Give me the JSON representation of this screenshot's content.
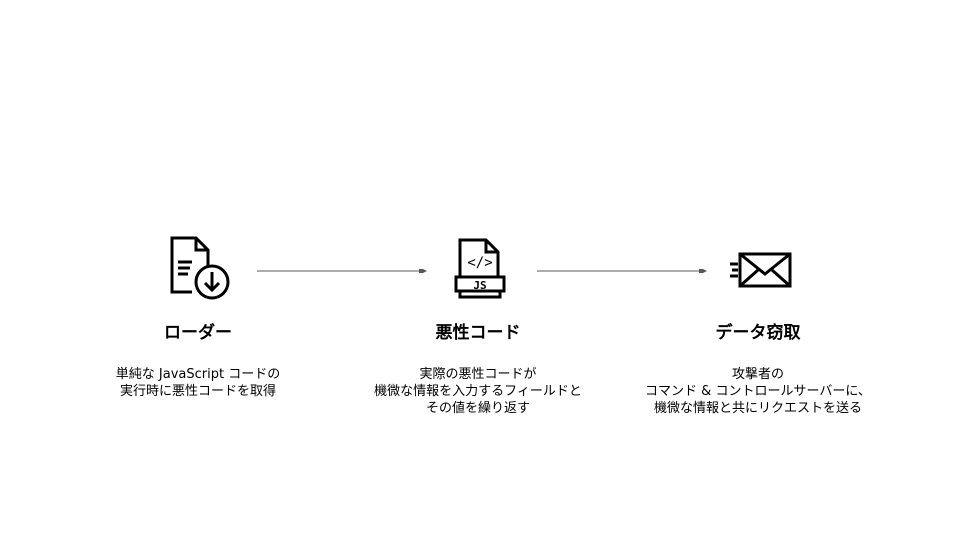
{
  "steps": [
    {
      "title": "ローダー",
      "desc": [
        "単純な JavaScript コードの",
        "実行時に悪性コードを取得"
      ],
      "icon": "document-download-icon"
    },
    {
      "title": "悪性コード",
      "desc": [
        "実際の悪性コードが",
        "機微な情報を入力するフィールドと",
        "その値を繰り返す"
      ],
      "icon": "js-file-icon",
      "badge": "JS",
      "code": "</>"
    },
    {
      "title": "データ窃取",
      "desc": [
        "攻撃者の",
        "コマンド & コントロールサーバーに、",
        "機微な情報と共にリクエストを送る"
      ],
      "icon": "send-mail-icon"
    }
  ],
  "colors": {
    "arrow": "#595959"
  }
}
